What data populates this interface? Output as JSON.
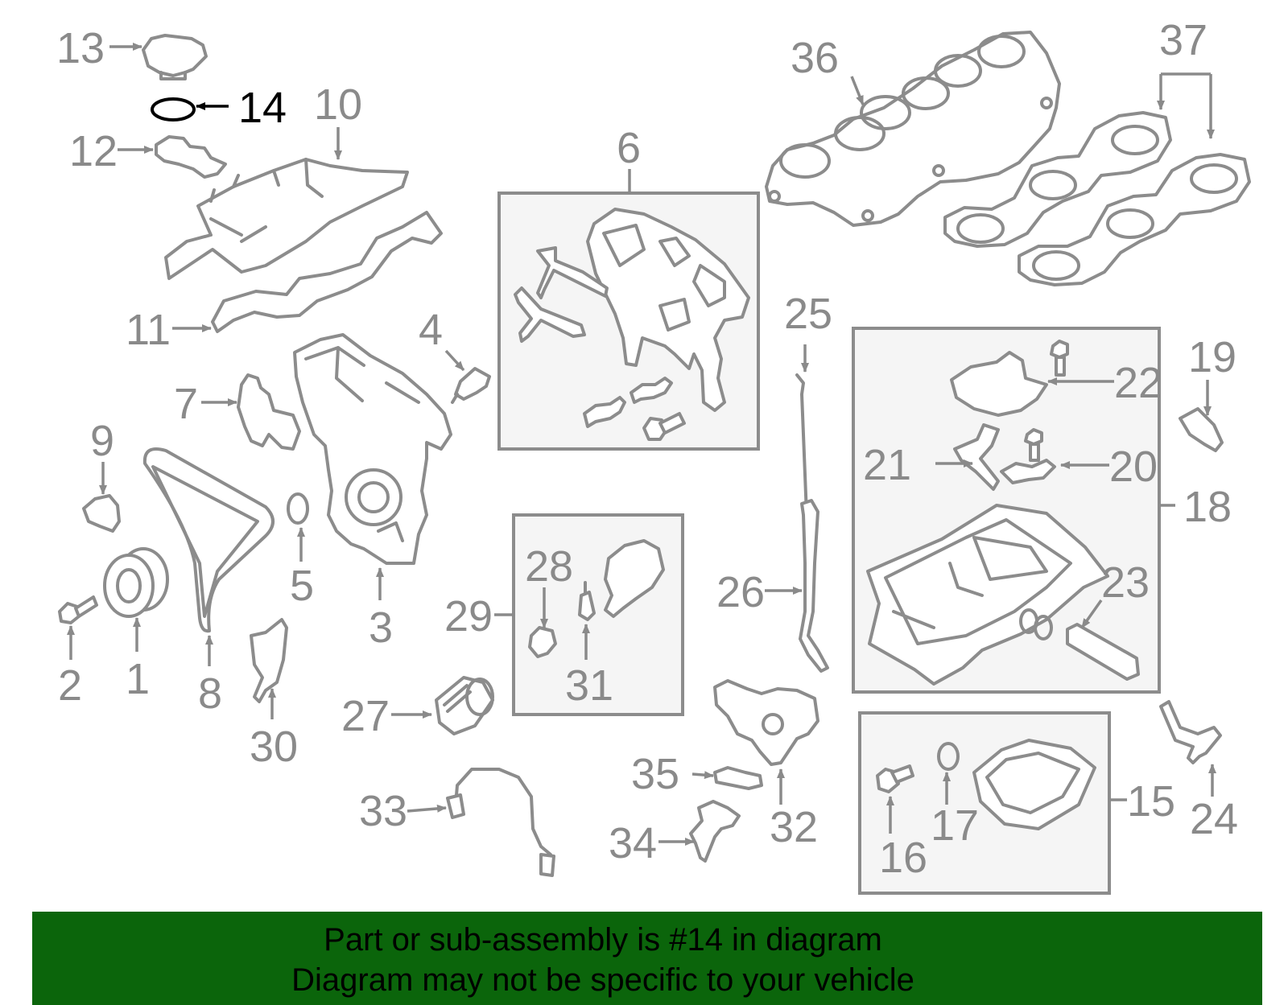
{
  "diagram": {
    "highlighted_part": "14",
    "labels": {
      "l1": "1",
      "l2": "2",
      "l3": "3",
      "l4": "4",
      "l5": "5",
      "l6": "6",
      "l7": "7",
      "l8": "8",
      "l9": "9",
      "l10": "10",
      "l11": "11",
      "l12": "12",
      "l13": "13",
      "l14": "14",
      "l15": "15",
      "l16": "16",
      "l17": "17",
      "l18": "18",
      "l19": "19",
      "l20": "20",
      "l21": "21",
      "l22": "22",
      "l23": "23",
      "l24": "24",
      "l25": "25",
      "l26": "26",
      "l27": "27",
      "l28": "28",
      "l29": "29",
      "l30": "30",
      "l31": "31",
      "l32": "32",
      "l33": "33",
      "l34": "34",
      "l35": "35",
      "l36": "36",
      "l37": "37"
    }
  },
  "banner": {
    "line1": "Part or sub-assembly is #14 in diagram",
    "line2": "Diagram may not be specific to your vehicle"
  },
  "colors": {
    "banner_bg": "#0b650b",
    "line_gray": "#8c8c8c",
    "highlight": "#000000"
  }
}
